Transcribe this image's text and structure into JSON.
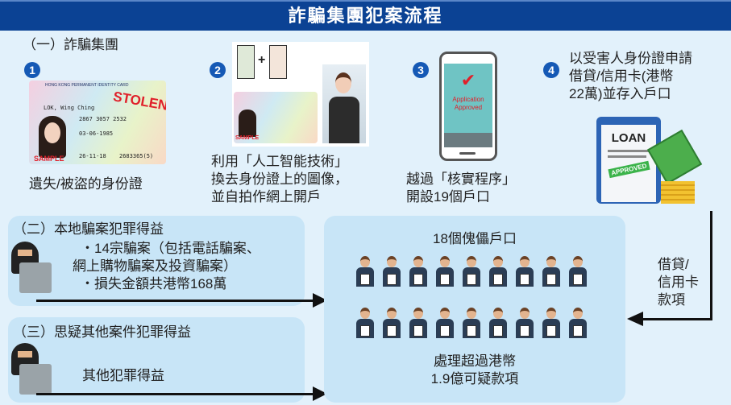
{
  "title": "詐騙集團犯案流程",
  "section1": {
    "heading": "（一）詐騙集團",
    "steps": [
      {
        "num": "1",
        "caption": [
          "遺失/被盜的身份證"
        ],
        "stamp": "STOLEN",
        "sample": "SAMPLE",
        "card_title": "HONG KONG PERMANENT IDENTITY CARD",
        "card_name": "LOK, Wing Ching",
        "card_no": "2867 3057 2532",
        "card_dob": "03-06-1985",
        "card_issue": "26-11-18",
        "card_id": "2683365(5)"
      },
      {
        "num": "2",
        "caption": [
          "利用「人工智能技術」",
          "換去身份證上的圖像，",
          "並自拍作網上開戶"
        ],
        "sample": "SAMPLE",
        "plus": "+"
      },
      {
        "num": "3",
        "caption": [
          "越過「核實程序」",
          "開設19個戶口"
        ],
        "phone_text": "Application Approved"
      },
      {
        "num": "4",
        "caption": [
          "以受害人身份證申請",
          "借貸/信用卡(港幣",
          "22萬)並存入戶口"
        ],
        "loan": "LOAN",
        "approved": "APPROVED"
      }
    ]
  },
  "section2": {
    "heading": "（二）本地騙案犯罪得益",
    "lines": [
      "・14宗騙案（包括電話騙案、",
      "網上購物騙案及投資騙案）",
      "・損失金額共港幣168萬"
    ]
  },
  "section3": {
    "heading": "（三）思疑其他案件犯罪得益",
    "text": "其他犯罪得益"
  },
  "center": {
    "heading": "18個傀儡戶口",
    "account_count": 18,
    "footer": [
      "處理超過港幣",
      "1.9億可疑款項"
    ]
  },
  "side_label": [
    "借貸/",
    "信用卡",
    "款項"
  ],
  "colors": {
    "header": "#0b4294",
    "background": "#e2f1fb",
    "box": "#c8e5f7",
    "accent": "#1559b5",
    "stamp": "#e0202a"
  }
}
